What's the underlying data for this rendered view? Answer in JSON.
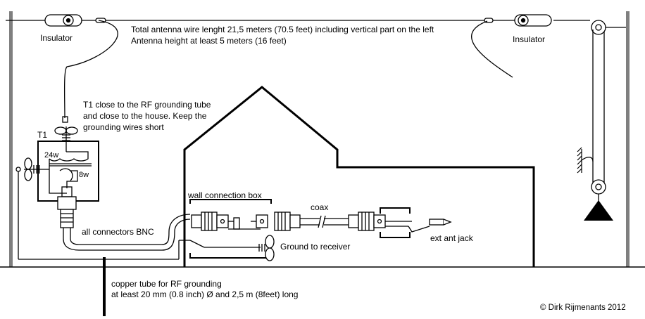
{
  "labels": {
    "insulator_left": "Insulator",
    "insulator_right": "Insulator",
    "antenna_line1": "Total antenna wire lenght 21,5 meters (70.5 feet) including vertical part on the left",
    "antenna_line2": "Antenna height at least 5 meters (16 feet)",
    "t1_note_line1": "T1 close to the RF grounding tube",
    "t1_note_line2": "and close to the house. Keep the",
    "t1_note_line3": "grounding wires  short",
    "t1": "T1",
    "winding_primary": "24w",
    "winding_secondary": "8w",
    "wall_box": "wall connection box",
    "coax": "coax",
    "connectors": "all connectors BNC",
    "ground_to_receiver": "Ground to receiver",
    "ext_ant_jack": "ext ant jack",
    "tube_line1": "copper tube for RF grounding",
    "tube_line2": "at least 20 mm (0.8 inch) Ø and 2,5 m (8feet) long",
    "copyright": "© Dirk Rijmenants 2012"
  },
  "colors": {
    "line": "#000000",
    "pole": "#7f7f7f",
    "background": "#ffffff"
  }
}
